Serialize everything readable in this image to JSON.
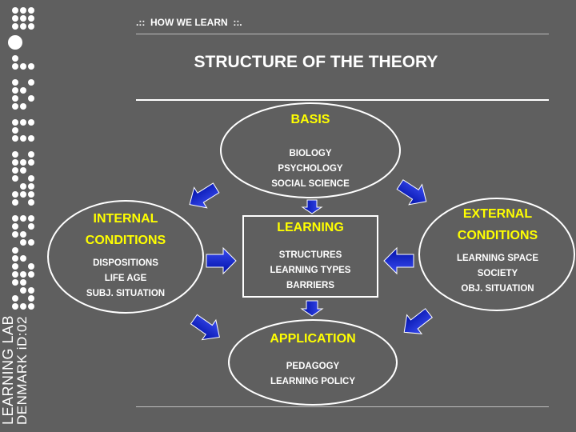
{
  "header": {
    "label": ".::  HOW WE LEARN  ::."
  },
  "title": "STRUCTURE OF THE THEORY",
  "brand": {
    "line1": "LEARNING LAB",
    "line2": "DENMARK iD:02"
  },
  "colors": {
    "background": "#5f5f5f",
    "heading": "#ffff00",
    "text": "#ffffff",
    "arrow": "#0018c8",
    "rule": "#bdbdbd"
  },
  "nodes": {
    "basis": {
      "heading": "BASIS",
      "items": [
        "BIOLOGY",
        "PSYCHOLOGY",
        "SOCIAL SCIENCE"
      ]
    },
    "internal": {
      "heading_lines": [
        "INTERNAL",
        "CONDITIONS"
      ],
      "items": [
        "DISPOSITIONS",
        "LIFE AGE",
        "SUBJ. SITUATION"
      ]
    },
    "learning": {
      "heading": "LEARNING",
      "items": [
        "STRUCTURES",
        "LEARNING TYPES",
        "BARRIERS"
      ]
    },
    "external": {
      "heading_lines": [
        "EXTERNAL",
        "CONDITIONS"
      ],
      "items": [
        "LEARNING SPACE",
        "SOCIETY",
        "OBJ. SITUATION"
      ]
    },
    "application": {
      "heading": "APPLICATION",
      "items": [
        "PEDAGOGY",
        "LEARNING POLICY"
      ]
    }
  }
}
